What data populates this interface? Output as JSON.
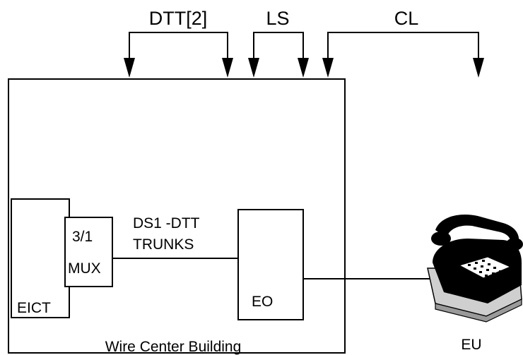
{
  "brackets": {
    "dtt": "DTT[2]",
    "ls": "LS",
    "cl": "CL"
  },
  "building": {
    "label": "Wire Center Building"
  },
  "eict": {
    "label": "EICT"
  },
  "mux": {
    "ratio": "3/1",
    "label": "MUX"
  },
  "trunk": {
    "line1": "DS1 -DTT",
    "line2": "TRUNKS"
  },
  "eo": {
    "label": "EO"
  },
  "eu": {
    "label": "EU"
  }
}
